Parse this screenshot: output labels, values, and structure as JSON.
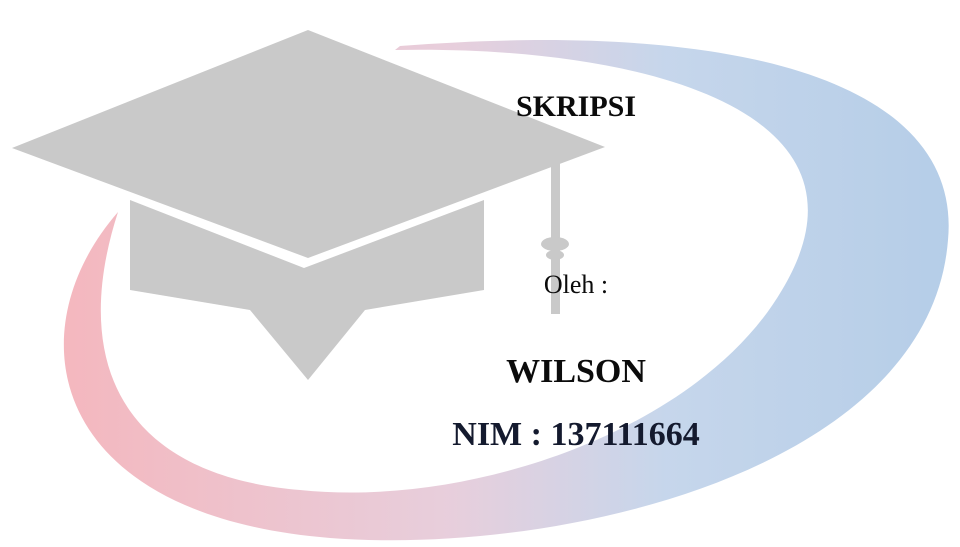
{
  "document": {
    "title": "SKRIPSI",
    "by_label": "Oleh :",
    "author": "WILSON",
    "nim_label": "NIM : 137111664"
  },
  "colors": {
    "swoosh_start": "#f3a9b1",
    "swoosh_end": "#a7c4e3",
    "cap": "#c9c9c9",
    "text": "#0b0b0b",
    "nim_text": "#141a2e"
  },
  "icons": {
    "graduation_cap": "graduation-cap-icon",
    "swoosh": "swoosh-ring"
  }
}
